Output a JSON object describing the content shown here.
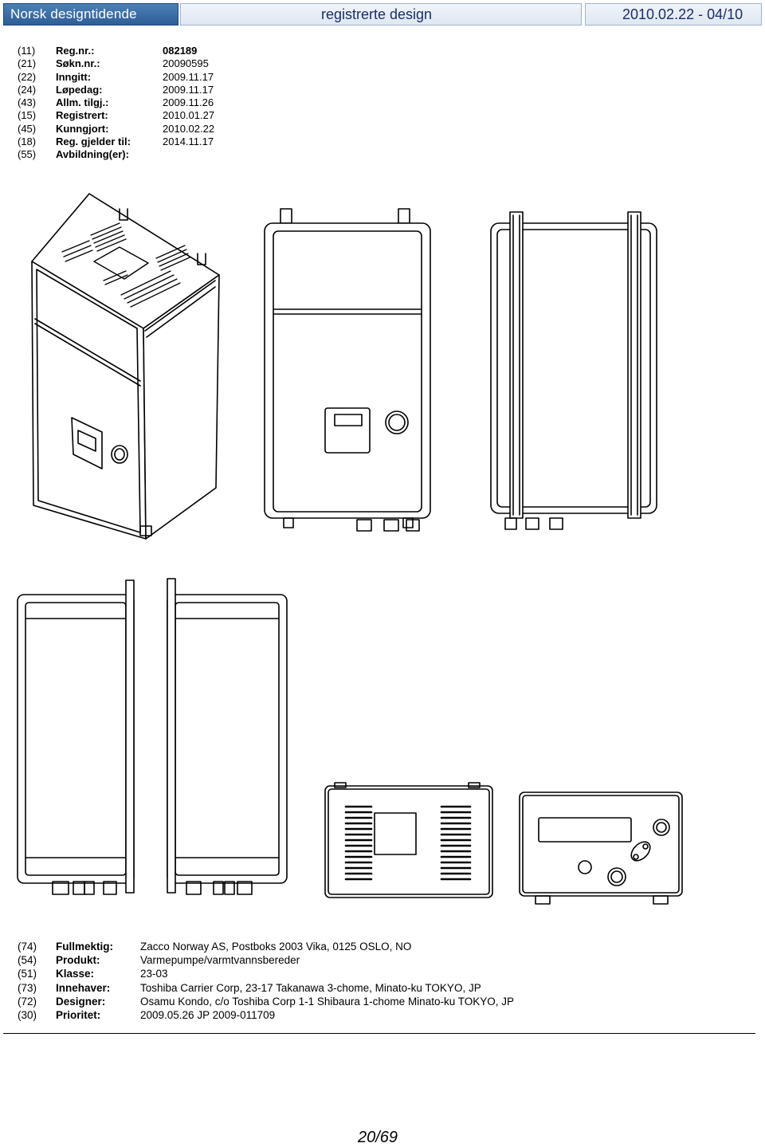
{
  "header": {
    "logo_text": "Norsk designtidende",
    "section": "registrerte design",
    "issue": "2010.02.22 - 04/10"
  },
  "top_fields": [
    {
      "code": "(11)",
      "label": "Reg.nr.:",
      "value": "082189"
    },
    {
      "code": "(21)",
      "label": "Søkn.nr.:",
      "value": "20090595"
    },
    {
      "code": "(22)",
      "label": "Inngitt:",
      "value": "2009.11.17"
    },
    {
      "code": "(24)",
      "label": "Løpedag:",
      "value": "2009.11.17"
    },
    {
      "code": "(43)",
      "label": "Allm. tilgj.:",
      "value": "2009.11.26"
    },
    {
      "code": "(15)",
      "label": "Registrert:",
      "value": "2010.01.27"
    },
    {
      "code": "(45)",
      "label": "Kunngjort:",
      "value": "2010.02.22"
    },
    {
      "code": "(18)",
      "label": "Reg. gjelder til:",
      "value": "2014.11.17"
    },
    {
      "code": "(55)",
      "label": "Avbildning(er):",
      "value": ""
    }
  ],
  "bottom_fields": [
    {
      "code": "(74)",
      "label": "Fullmektig:",
      "value": "Zacco Norway AS, Postboks 2003 Vika, 0125 OSLO, NO"
    },
    {
      "code": "(54)",
      "label": "Produkt:",
      "value": "Varmepumpe/varmtvannsbereder"
    },
    {
      "code": "(51)",
      "label": "Klasse:",
      "value": "23-03"
    },
    {
      "code": "(73)",
      "label": "Innehaver:",
      "value": "Toshiba Carrier Corp, 23-17 Takanawa 3-chome, Minato-ku TOKYO, JP"
    },
    {
      "code": "(72)",
      "label": "Designer:",
      "value": "Osamu Kondo, c/o Toshiba Corp 1-1 Shibaura 1-chome Minato-ku TOKYO, JP"
    },
    {
      "code": "(30)",
      "label": "Prioritet:",
      "value": "2009.05.26 JP 2009-011709"
    }
  ],
  "footer": {
    "page": "20/69"
  }
}
